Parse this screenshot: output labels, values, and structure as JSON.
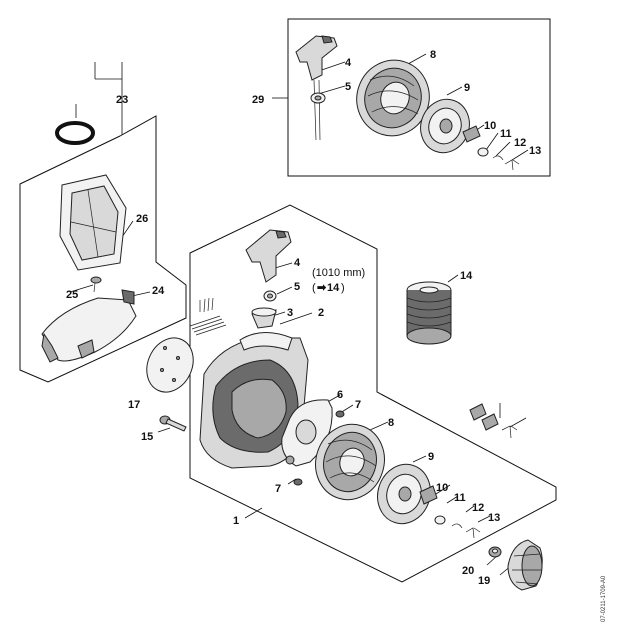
{
  "callouts": {
    "c1": "1",
    "c2": "2",
    "c3": "3",
    "c4_top": "4",
    "c4_main": "4",
    "c5_top": "5",
    "c5_main": "5",
    "c6": "6",
    "c7_a": "7",
    "c7_b": "7",
    "c8_top": "8",
    "c8_main": "8",
    "c9_top": "9",
    "c9_main": "9",
    "c10_top": "10",
    "c10_main": "10",
    "c11_top": "11",
    "c11_main": "11",
    "c12_top": "12",
    "c12_main": "12",
    "c13_top": "13",
    "c13_main": "13",
    "c14": "14",
    "c15": "15",
    "c17": "17",
    "c19": "19",
    "c20": "20",
    "c23": "23",
    "c24": "24",
    "c25": "25",
    "c26": "26",
    "c29": "29"
  },
  "annotation": {
    "length": "(1010 mm)",
    "arrow": "➡",
    "ref": "14",
    "open": "(",
    "close": ")"
  },
  "drawing_code": "07-0211-1709-A0"
}
